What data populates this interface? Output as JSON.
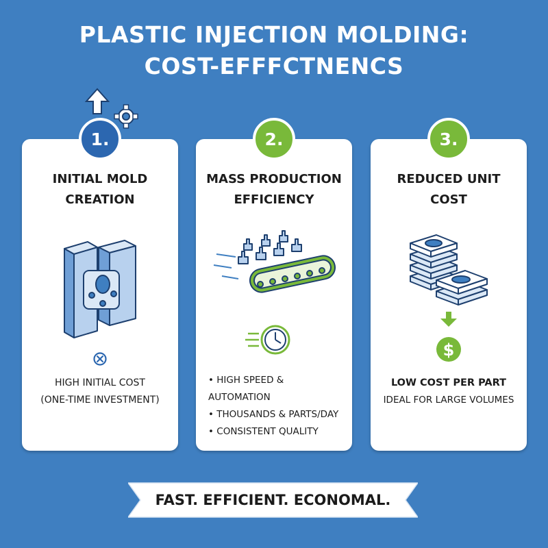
{
  "title": {
    "line1": "PLASTIC INJECTION MOLDING:",
    "line2": "COST-EFFFCTNENCS"
  },
  "colors": {
    "background": "#3f7fc1",
    "badge_blue": "#2c67b0",
    "badge_green": "#79b93a",
    "card": "#ffffff"
  },
  "icons": [
    "upload-arrow-icon",
    "gear-icon",
    "mold-icon",
    "close-circle-icon",
    "conveyor-belt-icon",
    "clock-icon",
    "parts-stack-icon",
    "down-arrow-icon",
    "dollar-icon"
  ],
  "steps": [
    {
      "number": "1.",
      "title_line1": "INITIAL MOLD",
      "title_line2": "CREATION",
      "note_line1": "HIGH INITIAL COST",
      "note_line2": "(ONE-TIME INVESTMENT)"
    },
    {
      "number": "2.",
      "title_line1": "MASS PRODUCTION",
      "title_line2": "EFFICIENCY",
      "bullets": [
        "HIGH SPEED & AUTOMATION",
        "THOUSANDS & PARTS/DAY",
        " CONSISTENT QUALITY"
      ]
    },
    {
      "number": "3.",
      "title_line1": "REDUCED UNIT",
      "title_line2": "COST",
      "note_line1": "LOW COST PER PART",
      "note_line2": "IDEAL FOR LARGE VOLUMES"
    }
  ],
  "banner": {
    "text": "FAST. EFFICIENT. ECONOMAL."
  }
}
